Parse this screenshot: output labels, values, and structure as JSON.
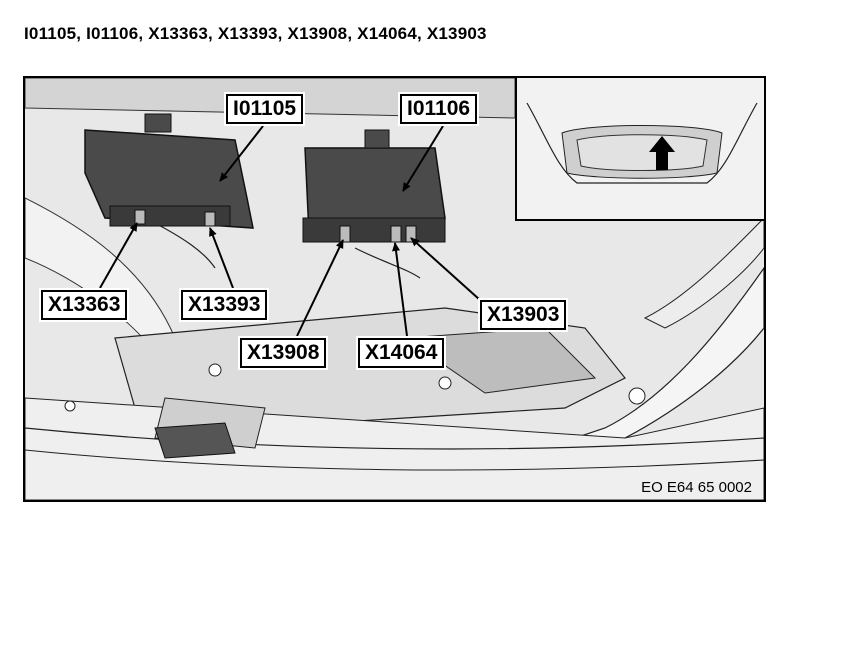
{
  "heading": "I01105, I01106, X13363, X13393, X13908, X14064, X13903",
  "callouts": {
    "i01105": "I01105",
    "i01106": "I01106",
    "x13363": "X13363",
    "x13393": "X13393",
    "x13908": "X13908",
    "x14064": "X14064",
    "x13903": "X13903"
  },
  "reference_code": "EO E64 65 0002",
  "colors": {
    "module": "#4a4a4a",
    "panel": "#e6e6e6",
    "line": "#000000"
  },
  "inset_icon": "up-arrow-icon"
}
